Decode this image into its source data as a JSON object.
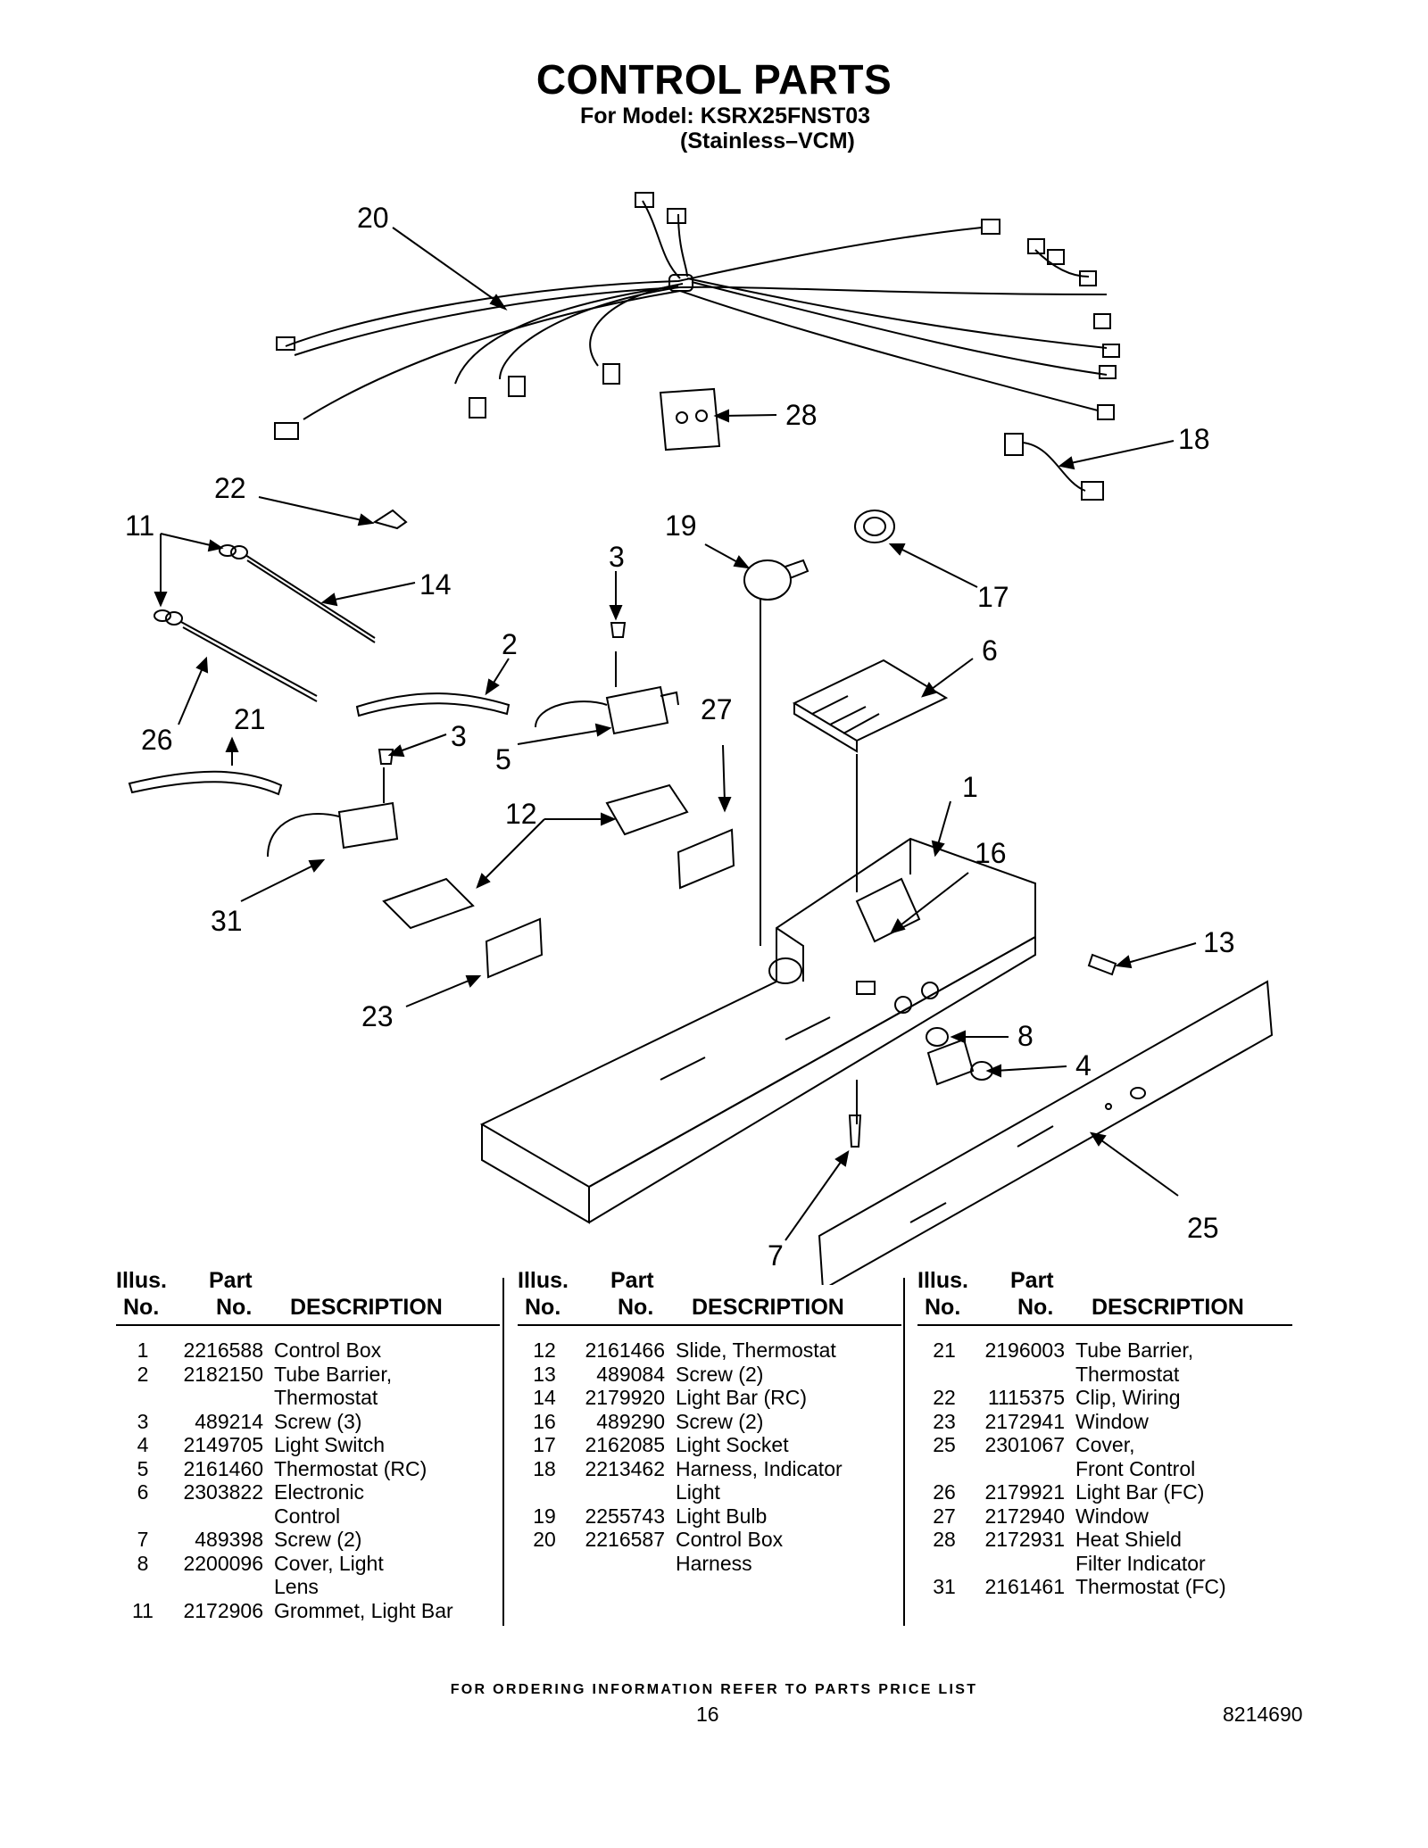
{
  "header": {
    "title": "CONTROL PARTS",
    "model_line": "For Model: KSRX25FNST03",
    "variant_line": "(Stainless–VCM)"
  },
  "callouts": [
    "20",
    "28",
    "18",
    "22",
    "11",
    "19",
    "3",
    "17",
    "14",
    "2",
    "6",
    "26",
    "21",
    "3",
    "5",
    "27",
    "1",
    "12",
    "16",
    "31",
    "13",
    "23",
    "8",
    "4",
    "25",
    "7"
  ],
  "table_headers": {
    "illus1": "Illus.",
    "illus2": "No.",
    "part1": "Part",
    "part2": "No.",
    "desc": "DESCRIPTION"
  },
  "parts": {
    "col1": [
      {
        "illus": "1",
        "part": "2216588",
        "desc": "Control Box"
      },
      {
        "illus": "2",
        "part": "2182150",
        "desc": "Tube Barrier,"
      },
      {
        "illus": "",
        "part": "",
        "desc": "Thermostat"
      },
      {
        "illus": "3",
        "part": "489214",
        "desc": "Screw (3)"
      },
      {
        "illus": "4",
        "part": "2149705",
        "desc": "Light Switch"
      },
      {
        "illus": "5",
        "part": "2161460",
        "desc": "Thermostat (RC)"
      },
      {
        "illus": "6",
        "part": "2303822",
        "desc": "Electronic"
      },
      {
        "illus": "",
        "part": "",
        "desc": "Control"
      },
      {
        "illus": "7",
        "part": "489398",
        "desc": "Screw (2)"
      },
      {
        "illus": "8",
        "part": "2200096",
        "desc": "Cover, Light"
      },
      {
        "illus": "",
        "part": "",
        "desc": "Lens"
      },
      {
        "illus": "11",
        "part": "2172906",
        "desc": "Grommet, Light Bar"
      }
    ],
    "col2": [
      {
        "illus": "12",
        "part": "2161466",
        "desc": "Slide, Thermostat"
      },
      {
        "illus": "13",
        "part": "489084",
        "desc": "Screw (2)"
      },
      {
        "illus": "14",
        "part": "2179920",
        "desc": "Light Bar (RC)"
      },
      {
        "illus": "16",
        "part": "489290",
        "desc": "Screw (2)"
      },
      {
        "illus": "17",
        "part": "2162085",
        "desc": "Light Socket"
      },
      {
        "illus": "18",
        "part": "2213462",
        "desc": "Harness, Indicator"
      },
      {
        "illus": "",
        "part": "",
        "desc": "Light"
      },
      {
        "illus": "19",
        "part": "2255743",
        "desc": "Light Bulb"
      },
      {
        "illus": "20",
        "part": "2216587",
        "desc": "Control Box"
      },
      {
        "illus": "",
        "part": "",
        "desc": "Harness"
      }
    ],
    "col3": [
      {
        "illus": "21",
        "part": "2196003",
        "desc": "Tube Barrier,"
      },
      {
        "illus": "",
        "part": "",
        "desc": "Thermostat"
      },
      {
        "illus": "22",
        "part": "1115375",
        "desc": "Clip, Wiring"
      },
      {
        "illus": "23",
        "part": "2172941",
        "desc": "Window"
      },
      {
        "illus": "25",
        "part": "2301067",
        "desc": "Cover,"
      },
      {
        "illus": "",
        "part": "",
        "desc": "Front Control"
      },
      {
        "illus": "26",
        "part": "2179921",
        "desc": "Light Bar (FC)"
      },
      {
        "illus": "27",
        "part": "2172940",
        "desc": "Window"
      },
      {
        "illus": "28",
        "part": "2172931",
        "desc": "Heat Shield"
      },
      {
        "illus": "",
        "part": "",
        "desc": "Filter Indicator"
      },
      {
        "illus": "31",
        "part": "2161461",
        "desc": "Thermostat (FC)"
      }
    ]
  },
  "footer": {
    "note": "FOR ORDERING INFORMATION REFER TO PARTS PRICE LIST",
    "page": "16",
    "doc": "8214690"
  }
}
